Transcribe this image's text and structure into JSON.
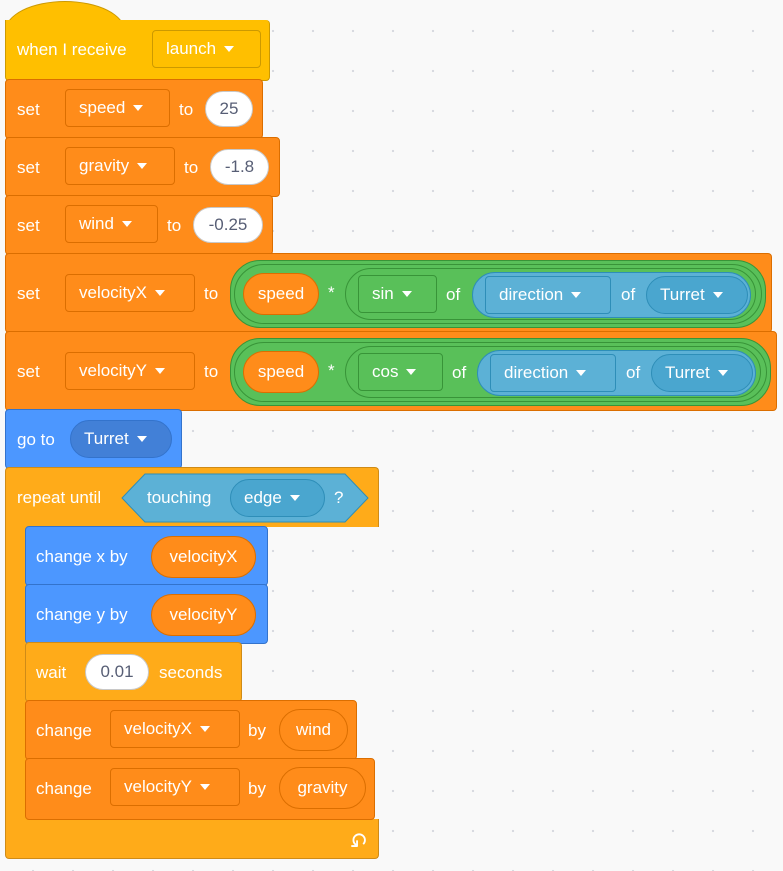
{
  "hat": {
    "label": "when I receive",
    "message": "launch"
  },
  "set_blocks": [
    {
      "set": "set",
      "variable": "speed",
      "to": "to",
      "value": "25"
    },
    {
      "set": "set",
      "variable": "gravity",
      "to": "to",
      "value": "-1.8"
    },
    {
      "set": "set",
      "variable": "wind",
      "to": "to",
      "value": "-0.25"
    }
  ],
  "set_vx": {
    "set": "set",
    "variable": "velocityX",
    "to": "to",
    "reporter": "speed",
    "op": "*",
    "func": "sin",
    "of1": "of",
    "property": "direction",
    "of2": "of",
    "sprite": "Turret"
  },
  "set_vy": {
    "set": "set",
    "variable": "velocityY",
    "to": "to",
    "reporter": "speed",
    "op": "*",
    "func": "cos",
    "of1": "of",
    "property": "direction",
    "of2": "of",
    "sprite": "Turret"
  },
  "goto": {
    "label": "go to",
    "target": "Turret"
  },
  "repeat": {
    "label": "repeat until",
    "touching": "touching",
    "object": "edge",
    "q": "?"
  },
  "changex": {
    "label": "change x by",
    "reporter": "velocityX"
  },
  "changey": {
    "label": "change y by",
    "reporter": "velocityY"
  },
  "wait": {
    "label": "wait",
    "value": "0.01",
    "unit": "seconds"
  },
  "change_vars": [
    {
      "label": "change",
      "variable": "velocityX",
      "by": "by",
      "reporter": "wind"
    },
    {
      "label": "change",
      "variable": "velocityY",
      "by": "by",
      "reporter": "gravity"
    }
  ],
  "icons": {
    "dropdown": "dropdown-arrow-icon",
    "loop": "loop-arrow-icon"
  },
  "colors": {
    "events": "#ffbf00",
    "variables": "#ff8c1a",
    "motion": "#4c97ff",
    "control": "#ffab19",
    "operators": "#59c059",
    "sensing": "#5cb1d6"
  }
}
